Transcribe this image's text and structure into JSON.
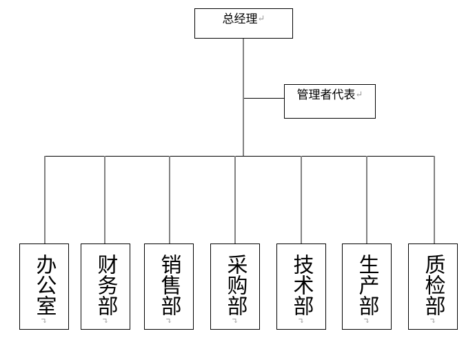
{
  "chart": {
    "title": "Organizational Structure Chart",
    "type": "org-chart",
    "pilcrow": "↵",
    "line_color_connector": "#808080",
    "line_color_bus": "#000000",
    "box_border_color": "#000000",
    "background": "#ffffff"
  },
  "top": {
    "label": "总经理",
    "pilcrow": "↵"
  },
  "representative": {
    "label": "管理者代表",
    "pilcrow": "↵"
  },
  "departments": [
    {
      "label": "办公室",
      "pilcrow": "↵"
    },
    {
      "label": "财务部",
      "pilcrow": "↵"
    },
    {
      "label": "销售部",
      "pilcrow": "↵"
    },
    {
      "label": "采购部",
      "pilcrow": "↵"
    },
    {
      "label": "技术部",
      "pilcrow": "↵"
    },
    {
      "label": "生产部",
      "pilcrow": "↵"
    },
    {
      "label": "质检部",
      "pilcrow": "↵"
    }
  ]
}
